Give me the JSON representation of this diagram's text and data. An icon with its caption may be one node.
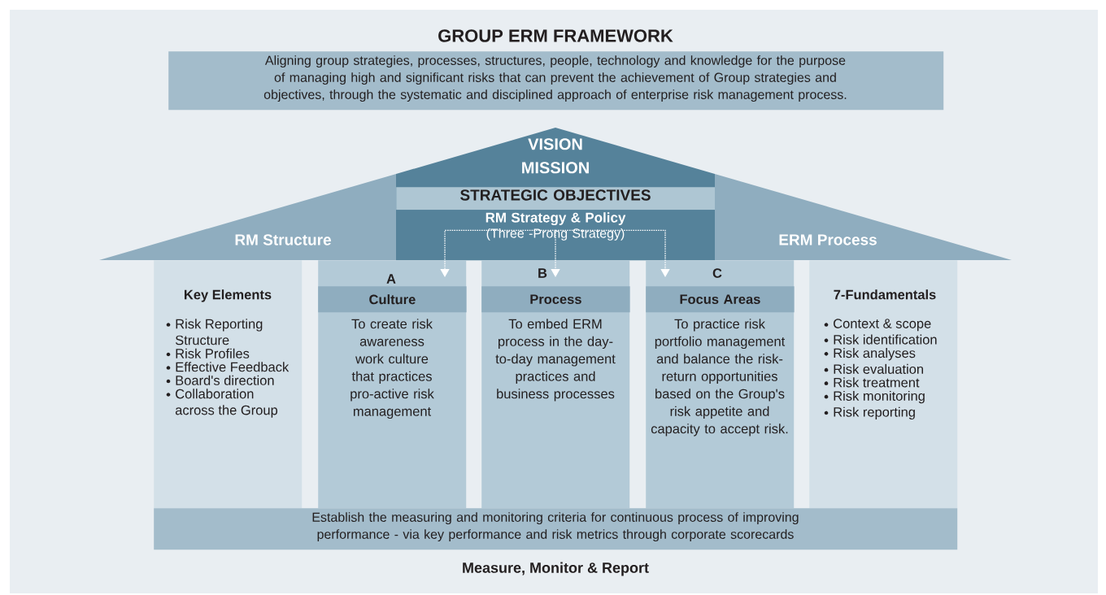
{
  "diagram": {
    "title": "GROUP ERM FRAMEWORK",
    "nodes": [
      {
        "text": [
          "Aligning group strategies, processes, structures, people, technology and knowledge for the purpose of managing high and significant risks that can prevent the achievement of Group strategies and objectives, through the systematic and disciplined approach of enterprise risk management process."
        ]
      },
      {
        "text": [
          "VISION",
          "MISSION"
        ]
      },
      {
        "text": [
          "STRATEGIC OBJECTIVES"
        ]
      },
      {
        "text": [
          "RM Strategy & Policy",
          "(Three -Prong Strategy)"
        ]
      },
      {
        "text": [
          "RM Structure"
        ]
      },
      {
        "text": [
          "ERM Process"
        ]
      },
      {
        "text": [
          "Key Elements",
          "Risk Reporting Structure",
          "Risk Profiles",
          "Effective Feedback",
          "Board's direction",
          "Collaboration across the Group"
        ]
      },
      {
        "text": [
          "A",
          "To create risk awareness work culture that practices pro-active risk management"
        ]
      },
      {
        "text": [
          "Culture"
        ],
        "in": 7
      },
      {
        "text": [
          "B",
          "To embed ERM process in the day-to-day management practices and business processes"
        ]
      },
      {
        "text": [
          "Process"
        ],
        "in": 9
      },
      {
        "text": [
          "C",
          "To practice risk portfolio management and balance the risk-return opportunities based on the Group's risk appetite and capacity to accept risk."
        ]
      },
      {
        "text": [
          "Focus Areas"
        ],
        "in": 11
      },
      {
        "text": [
          "7-Fundamentals",
          "Context & scope",
          "Risk identification",
          "Risk analyses",
          "Risk evaluation",
          "Risk treatment",
          "Risk monitoring",
          "Risk reporting"
        ]
      },
      {
        "text": [
          "Establish the measuring and monitoring criteria for continuous process of improving performance - via key performance and risk metrics through corporate scorecards"
        ],
        "beside": [
          "Measure, Monitor & Report"
        ]
      }
    ],
    "edges": [
      {
        "from": 3,
        "to": 7,
        "arrow": "to",
        "style": "dashed"
      },
      {
        "from": 3,
        "to": 9,
        "arrow": "to",
        "style": "dashed"
      },
      {
        "from": 3,
        "to": 11,
        "arrow": "to",
        "style": "dashed"
      }
    ]
  }
}
